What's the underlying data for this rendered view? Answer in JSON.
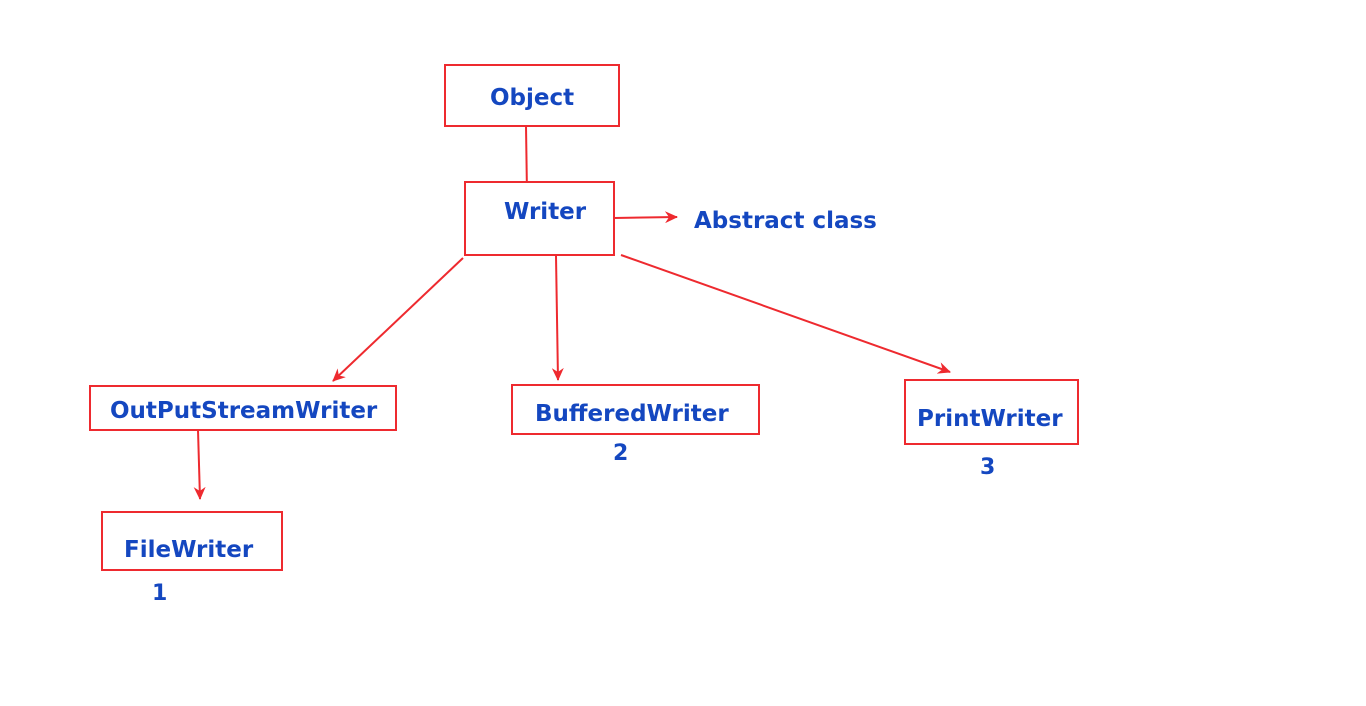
{
  "colors": {
    "box_border": "#ee2a2f",
    "arrow": "#ee2a2f",
    "text": "#1447c0",
    "background": "#ffffff"
  },
  "nodes": {
    "object": "Object",
    "writer": "Writer",
    "output_stream_writer": "OutPutStreamWriter",
    "buffered_writer": "BufferedWriter",
    "print_writer": "PrintWriter",
    "file_writer": "FileWriter"
  },
  "annotations": {
    "writer_note": "Abstract class",
    "file_writer_number": "1",
    "buffered_writer_number": "2",
    "print_writer_number": "3"
  },
  "edges": [
    {
      "from": "object",
      "to": "writer"
    },
    {
      "from": "writer",
      "to": "writer_note"
    },
    {
      "from": "writer",
      "to": "output_stream_writer"
    },
    {
      "from": "writer",
      "to": "buffered_writer"
    },
    {
      "from": "writer",
      "to": "print_writer"
    },
    {
      "from": "output_stream_writer",
      "to": "file_writer"
    }
  ]
}
